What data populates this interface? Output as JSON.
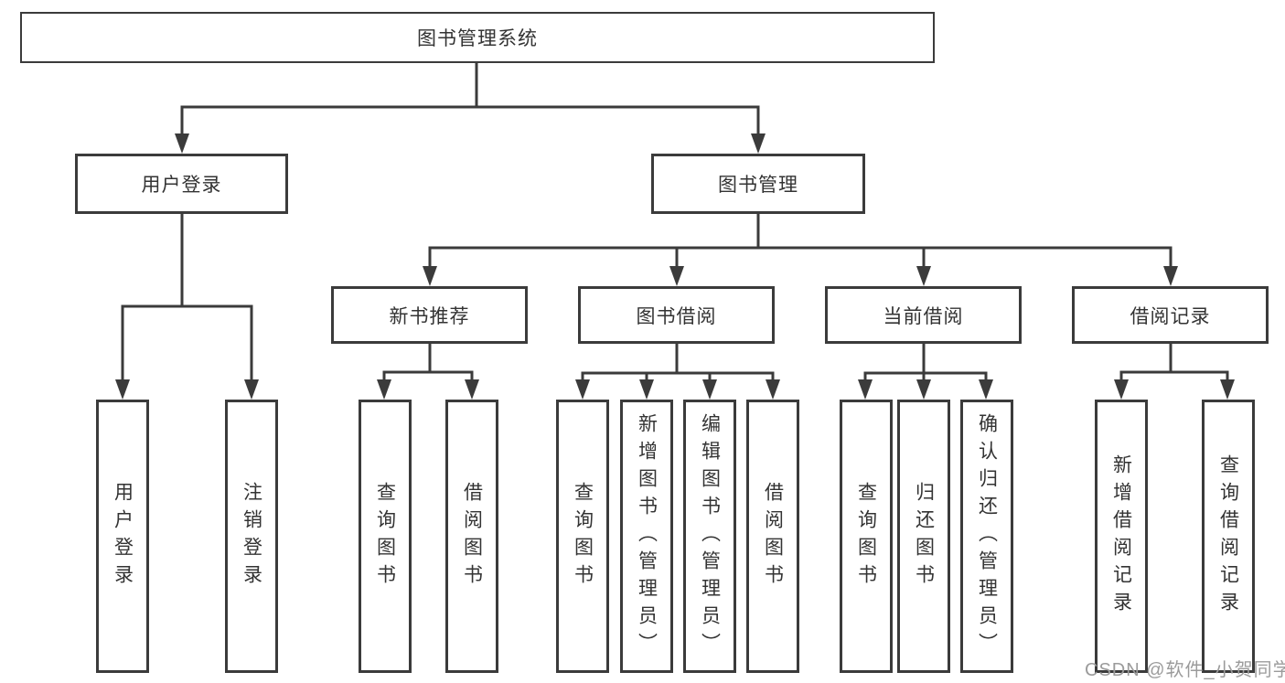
{
  "colors": {
    "line": "#3b3b3b",
    "text": "#333333",
    "box_background": "#ffffff",
    "watermark_text_color": "#9b9b9b"
  },
  "root": {
    "label": "图书管理系统"
  },
  "level1": [
    {
      "id": "user-login",
      "label": "用户登录"
    },
    {
      "id": "book-management",
      "label": "图书管理"
    }
  ],
  "level2": [
    {
      "id": "new-book-recommend",
      "label": "新书推荐"
    },
    {
      "id": "book-borrowing",
      "label": "图书借阅"
    },
    {
      "id": "current-borrowing",
      "label": "当前借阅"
    },
    {
      "id": "borrowing-records",
      "label": "借阅记录"
    }
  ],
  "leaves": [
    {
      "id": "user-login-leaf",
      "label": "用户登录"
    },
    {
      "id": "logout-leaf",
      "label": "注销登录"
    },
    {
      "id": "recommend-query-books",
      "label": "查询图书"
    },
    {
      "id": "recommend-borrow-books",
      "label": "借阅图书"
    },
    {
      "id": "borrowing-query-books",
      "label": "查询图书"
    },
    {
      "id": "borrowing-add-books-admin",
      "label": "新增图书（管理员）"
    },
    {
      "id": "borrowing-edit-books-admin",
      "label": "编辑图书（管理员）"
    },
    {
      "id": "borrowing-borrow-books",
      "label": "借阅图书"
    },
    {
      "id": "current-query-books",
      "label": "查询图书"
    },
    {
      "id": "current-return-books",
      "label": "归还图书"
    },
    {
      "id": "current-confirm-return-admin",
      "label": "确认归还（管理员）"
    },
    {
      "id": "records-add-borrow-record",
      "label": "新增借阅记录"
    },
    {
      "id": "records-query-borrow-record",
      "label": "查询借阅记录"
    }
  ],
  "watermark": {
    "text": "CSDN @软件_小贺同学"
  }
}
